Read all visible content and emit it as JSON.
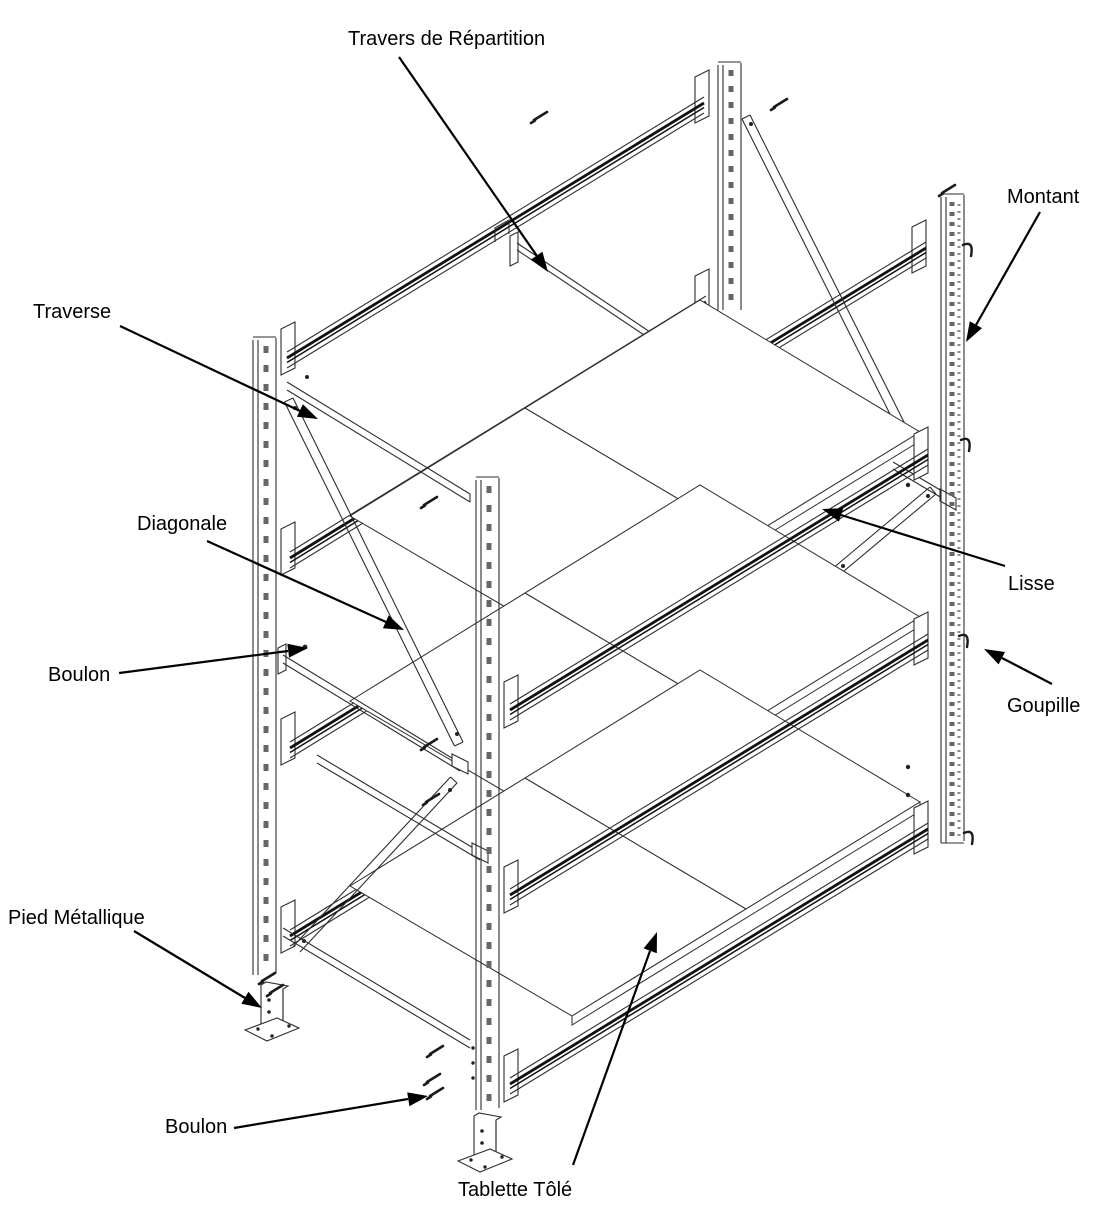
{
  "labels": {
    "travers_de_repartition": "Travers de Répartition",
    "montant": "Montant",
    "traverse": "Traverse",
    "diagonale": "Diagonale",
    "boulon_upper": "Boulon",
    "lisse": "Lisse",
    "goupille": "Goupille",
    "pied_metallique": "Pied Métallique",
    "boulon_lower": "Boulon",
    "tablette_tole": "Tablette Tôlé"
  },
  "colors": {
    "line": "#2e2e2e",
    "stripe": "#111111",
    "text": "#000000",
    "background": "#ffffff"
  }
}
